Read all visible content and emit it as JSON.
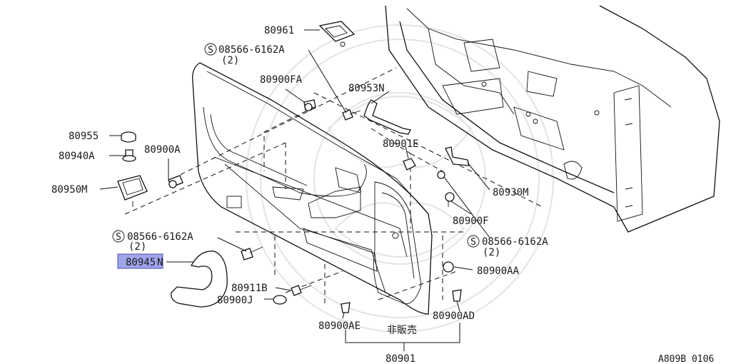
{
  "diagram": {
    "labels": {
      "p80961": "80961",
      "p08566_top": "08566-6162A",
      "p08566_top_qty": "(2)",
      "p80900FA": "80900FA",
      "p80953N": "80953N",
      "p80955": "80955",
      "p80940A": "80940A",
      "p80900A": "80900A",
      "p80950M": "80950M",
      "p80901E": "80901E",
      "p80930M": "80930M",
      "p80900F": "80900F",
      "p08566_left": "08566-6162A",
      "p08566_left_qty": "(2)",
      "p80945N_num": "80945",
      "p80945N_suffix": "N",
      "p08566_right": "08566-6162A",
      "p08566_right_qty": "(2)",
      "p80900AA": "80900AA",
      "p80911B": "80911B",
      "p80900J": "80900J",
      "p80900AE": "80900AE",
      "p80900AD": "80900AD",
      "not_sold": "非販売",
      "p80901": "80901",
      "ref_code": "A809B 0106"
    },
    "highlight_color": "#8f96e8",
    "symbol_letter": "S",
    "watermark": "mon-crest-watermark"
  }
}
